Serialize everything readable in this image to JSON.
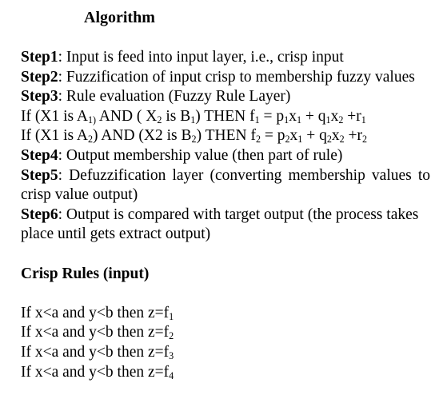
{
  "title": "Algorithm",
  "steps": [
    {
      "label": "Step1",
      "text": ": Input is feed into input layer, i.e., crisp input"
    },
    {
      "label": "Step2",
      "text": ": Fuzzification of input crisp to membership fuzzy values"
    },
    {
      "label": "Step3",
      "text": ": Rule evaluation (Fuzzy Rule Layer)"
    },
    {
      "label": "Step4",
      "text": ": Output membership value (then part of rule)"
    },
    {
      "label": "Step5",
      "text": ": Defuzzification layer (converting membership values to crisp value output)"
    },
    {
      "label": "Step6",
      "text": ": Output is compared with target output (the process takes place until gets extract output)"
    }
  ],
  "rules": {
    "rule1": {
      "p1": "If (X1 is A",
      "s1": "1)",
      "p2": " AND ( X",
      "s2": "2",
      "p3": " is B",
      "s3": "1",
      "p4": ") THEN f",
      "s4": "1",
      "p5": " = p",
      "s5": "1",
      "p6": "x",
      "s6": "1",
      "p7": " + q",
      "s7": "1",
      "p8": "x",
      "s8": "2",
      "p9": " +r",
      "s9": "1"
    },
    "rule2": {
      "p1": "If (X1 is A",
      "s1": "2",
      "p2": ") AND (X2 is B",
      "s2": "2",
      "p3": ") THEN f",
      "s3": "2",
      "p4": " = p",
      "s4": "2",
      "p5": "x",
      "s5": "1",
      "p6": " + q",
      "s6": "2",
      "p7": "x",
      "s7": "2",
      "p8": " +r",
      "s8": "2"
    }
  },
  "crisp": {
    "heading": "Crisp Rules (input)",
    "rules": [
      {
        "text": "If x<a and y<b then z=f",
        "sub": "1"
      },
      {
        "text": "If x<a and y<b then z=f",
        "sub": "2"
      },
      {
        "text": "If x<a and y<b then z=f",
        "sub": "3"
      },
      {
        "text": "If x<a and y<b then z=f",
        "sub": "4"
      }
    ]
  }
}
